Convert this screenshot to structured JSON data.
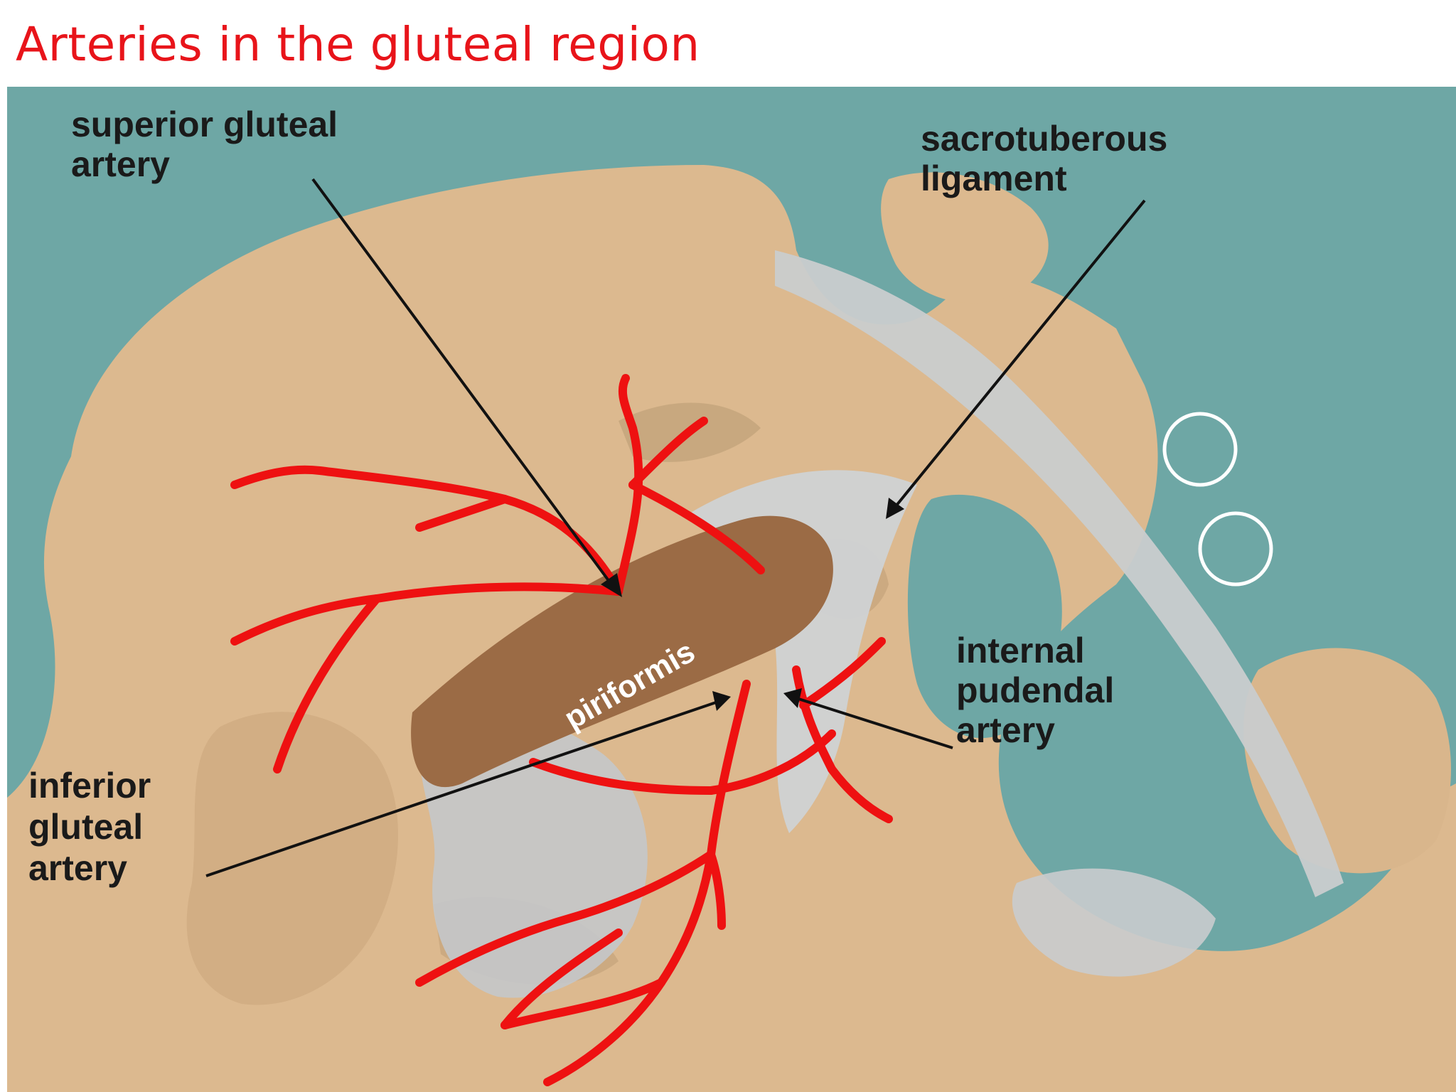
{
  "slide": {
    "title": "Arteries in the gluteal region"
  },
  "colors": {
    "title": "#e8141a",
    "background_water": "#6ea7a5",
    "bone": "#dcb98f",
    "bone_shadow": "#b89a72",
    "ligament": "#c9ccce",
    "muscle": "#9b6b45",
    "artery": "#ee1111",
    "label_text": "#1a1a1a",
    "pointer_line": "#111111",
    "marker_circle": "#ffffff"
  },
  "labels": {
    "superior_gluteal": [
      "superior gluteal",
      "artery"
    ],
    "sacrotuberous": [
      "sacrotuberous",
      "ligament"
    ],
    "internal_pudendal": [
      "internal",
      "pudendal",
      "artery"
    ],
    "inferior_gluteal": [
      "inferior",
      "gluteal",
      "artery"
    ],
    "piriformis": "piriformis"
  },
  "icons": {
    "marker_1": "circle-marker-icon",
    "marker_2": "circle-marker-icon"
  }
}
